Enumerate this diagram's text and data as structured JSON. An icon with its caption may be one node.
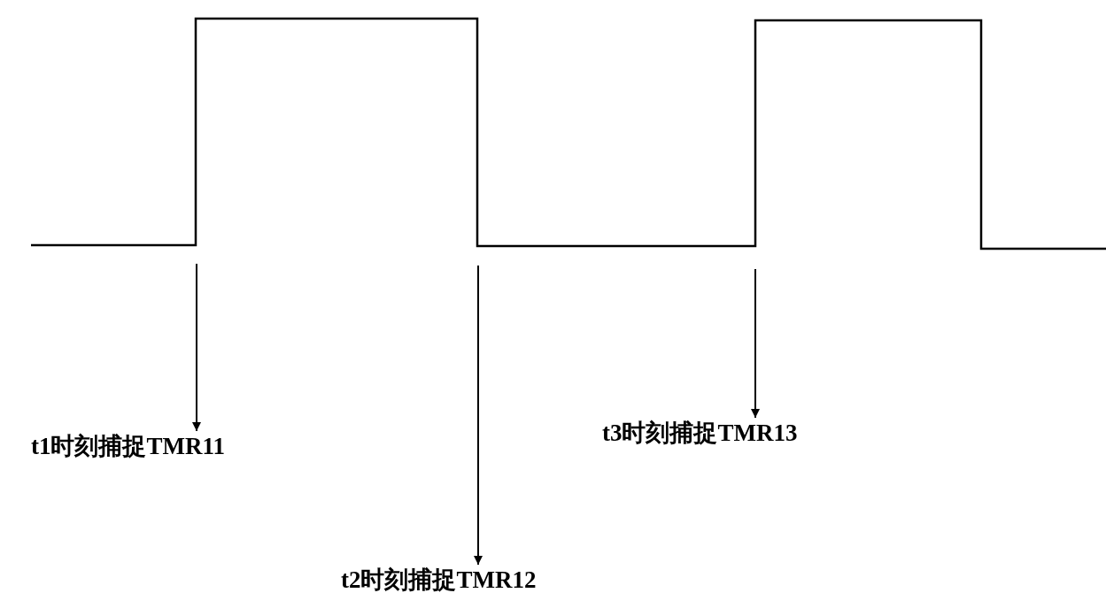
{
  "diagram": {
    "nodes": [
      {
        "text": [
          "t1时刻捕捉TMR11"
        ]
      },
      {
        "text": [
          "t2时刻捕捉TMR12"
        ]
      },
      {
        "text": [
          "t3时刻捕捉TMR13"
        ]
      }
    ],
    "edges": [
      {
        "from": null,
        "to": 0,
        "arrow": "to"
      },
      {
        "from": null,
        "to": 1,
        "arrow": "to"
      },
      {
        "from": null,
        "to": 2,
        "arrow": "to"
      }
    ]
  }
}
